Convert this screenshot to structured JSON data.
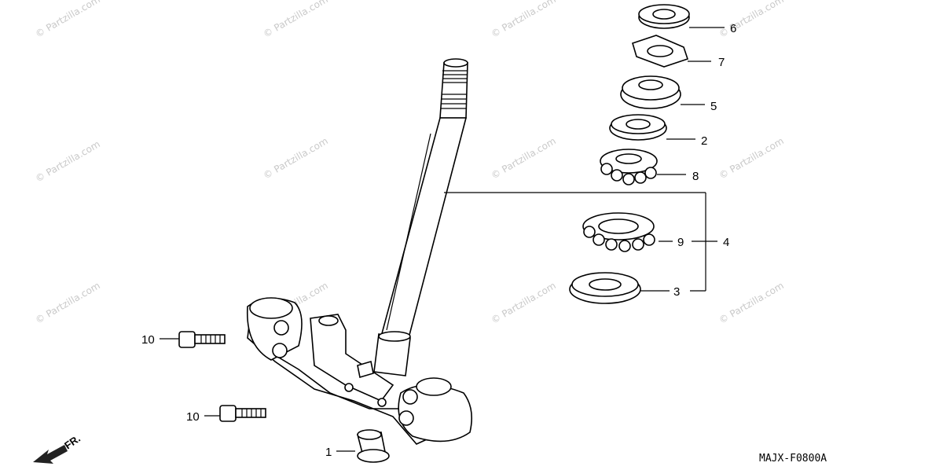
{
  "watermark": "© Partzilla.com",
  "diagram_code": "MAJX-F0800A",
  "front_indicator": "FR.",
  "callouts": {
    "c1": "1",
    "c2": "2",
    "c3": "3",
    "c4": "4",
    "c5": "5",
    "c6": "6",
    "c7": "7",
    "c8": "8",
    "c9": "9",
    "c10a": "10",
    "c10b": "10"
  }
}
